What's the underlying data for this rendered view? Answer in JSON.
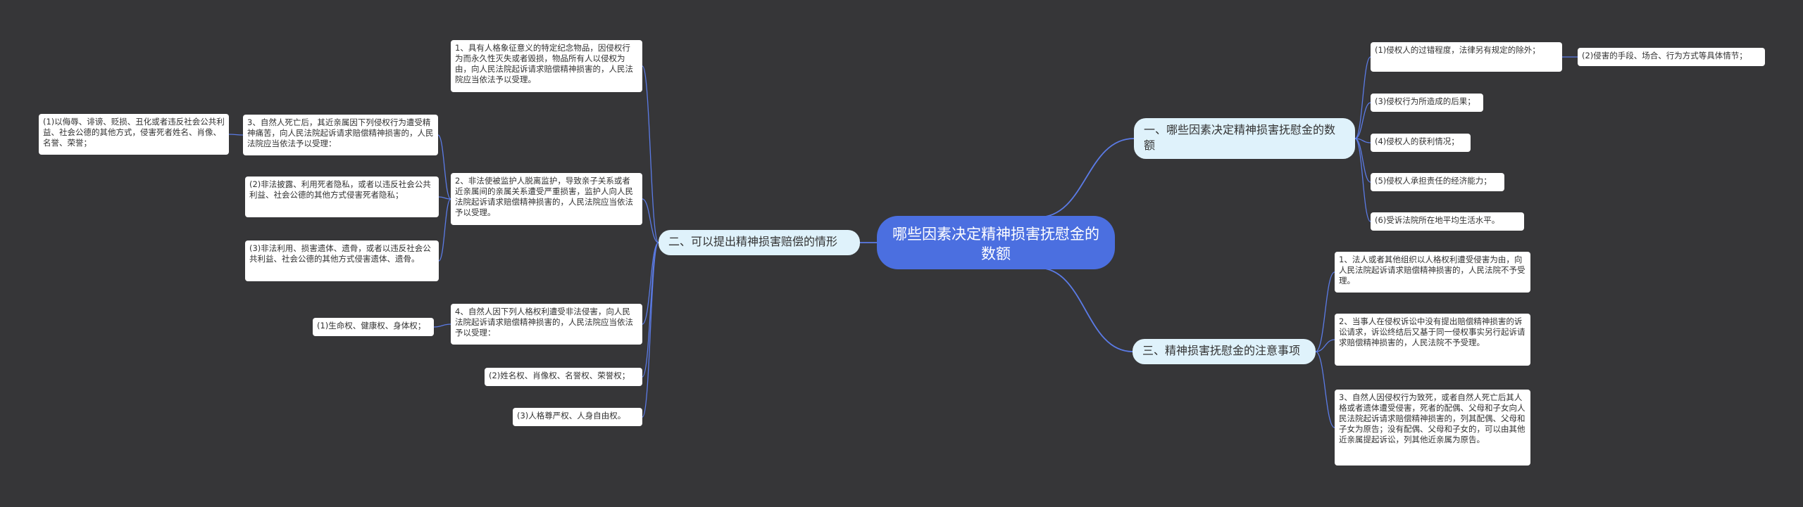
{
  "colors": {
    "background": "#363638",
    "root": "#4b6fe0",
    "branch": "#dff2fb",
    "leaf": "#ffffff",
    "line": "#5b7be6"
  },
  "root": {
    "label": "哪些因素决定精神损害抚慰金的数额"
  },
  "branch1": {
    "label": "一、哪些因素决定精神损害抚慰金的数额",
    "items": [
      "(1)侵权人的过错程度，法律另有规定的除外；",
      "(2)侵害的手段、场合、行为方式等具体情节；",
      "(3)侵权行为所造成的后果；",
      "(4)侵权人的获利情况；",
      "(5)侵权人承担责任的经济能力；",
      "(6)受诉法院所在地平均生活水平。"
    ]
  },
  "branch2": {
    "label": "二、可以提出精神损害赔偿的情形",
    "items": [
      "1、具有人格象征意义的特定纪念物品，因侵权行为而永久性灭失或者毁损，物品所有人以侵权为由，向人民法院起诉请求赔偿精神损害的，人民法院应当依法予以受理。",
      "2、非法使被监护人脱离监护，导致亲子关系或者近亲属间的亲属关系遭受严重损害，监护人向人民法院起诉请求赔偿精神损害的，人民法院应当依法予以受理。",
      "3、自然人死亡后，其近亲属因下列侵权行为遭受精神痛苦，向人民法院起诉请求赔偿精神损害的，人民法院应当依法予以受理：",
      "(1)以侮辱、诽谤、贬损、丑化或者违反社会公共利益、社会公德的其他方式，侵害死者姓名、肖像、名誉、荣誉；",
      "(2)非法披露、利用死者隐私，或者以违反社会公共利益、社会公德的其他方式侵害死者隐私；",
      "(3)非法利用、损害遗体、遗骨，或者以违反社会公共利益、社会公德的其他方式侵害遗体、遗骨。",
      "4、自然人因下列人格权利遭受非法侵害，向人民法院起诉请求赔偿精神损害的，人民法院应当依法予以受理：",
      "(1)生命权、健康权、身体权；",
      "(2)姓名权、肖像权、名誉权、荣誉权；",
      "(3)人格尊严权、人身自由权。"
    ]
  },
  "branch3": {
    "label": "三、精神损害抚慰金的注意事项",
    "items": [
      "1、法人或者其他组织以人格权利遭受侵害为由，向人民法院起诉请求赔偿精神损害的，人民法院不予受理。",
      "2、当事人在侵权诉讼中没有提出赔偿精神损害的诉讼请求，诉讼终结后又基于同一侵权事实另行起诉请求赔偿精神损害的，人民法院不予受理。",
      "3、自然人因侵权行为致死，或者自然人死亡后其人格或者遗体遭受侵害，死者的配偶、父母和子女向人民法院起诉请求赔偿精神损害的，列其配偶、父母和子女为原告；没有配偶、父母和子女的，可以由其他近亲属提起诉讼，列其他近亲属为原告。"
    ]
  }
}
